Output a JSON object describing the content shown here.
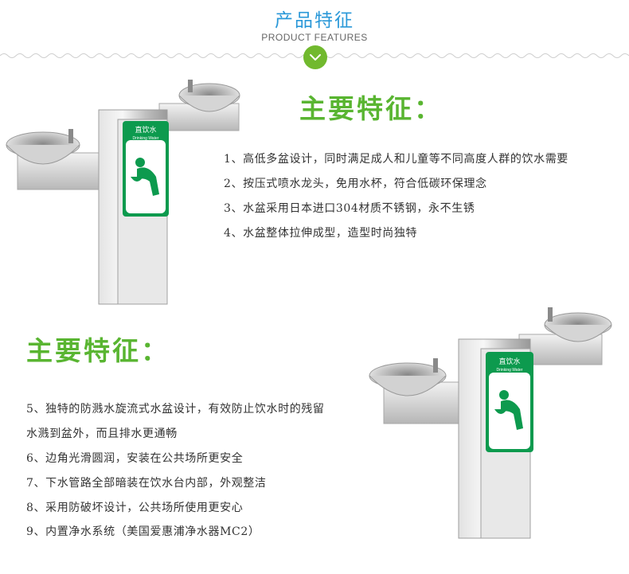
{
  "header": {
    "title_cn": "产品特征",
    "title_en": "PRODUCT FEATURES"
  },
  "section1": {
    "heading": "主要特征：",
    "features": [
      "1、高低多盆设计，同时满足成人和儿童等不同高度人群的饮水需要",
      "2、按压式喷水龙头，免用水杯，符合低碳环保理念",
      "3、水盆采用日本进口304材质不锈钢，永不生锈",
      "4、水盆整体拉伸成型，造型时尚独特"
    ]
  },
  "section2": {
    "heading": "主要特征：",
    "features": [
      "5、独特的防溅水旋流式水盆设计，有效防止饮水时的残留",
      "水溅到盆外，而且排水更通畅",
      "6、边角光滑圆润，安装在公共场所更安全",
      "7、下水管路全部暗装在饮水台内部，外观整洁",
      "8、采用防破坏设计，公共场所使用更安心",
      "9、内置净水系统（美国爱惠浦净水器MC2）"
    ]
  },
  "sign": {
    "cn": "直饮水",
    "en": "Drinking Water"
  },
  "colors": {
    "title_blue": "#2a98d8",
    "heading_green": "#59b531",
    "sign_green": "#0d9a4e",
    "button_green": "#71b92e"
  },
  "icons": {
    "toggle": "chevron-down-icon",
    "sign": "drinking-person-icon"
  }
}
